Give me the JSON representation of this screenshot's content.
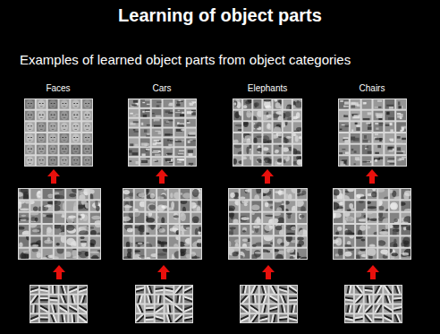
{
  "diagram": {
    "title": "Learning of object parts",
    "labels": [
      "Examples of learned object parts from object categories",
      "Faces",
      "Cars",
      "Elephants",
      "Chairs"
    ]
  }
}
